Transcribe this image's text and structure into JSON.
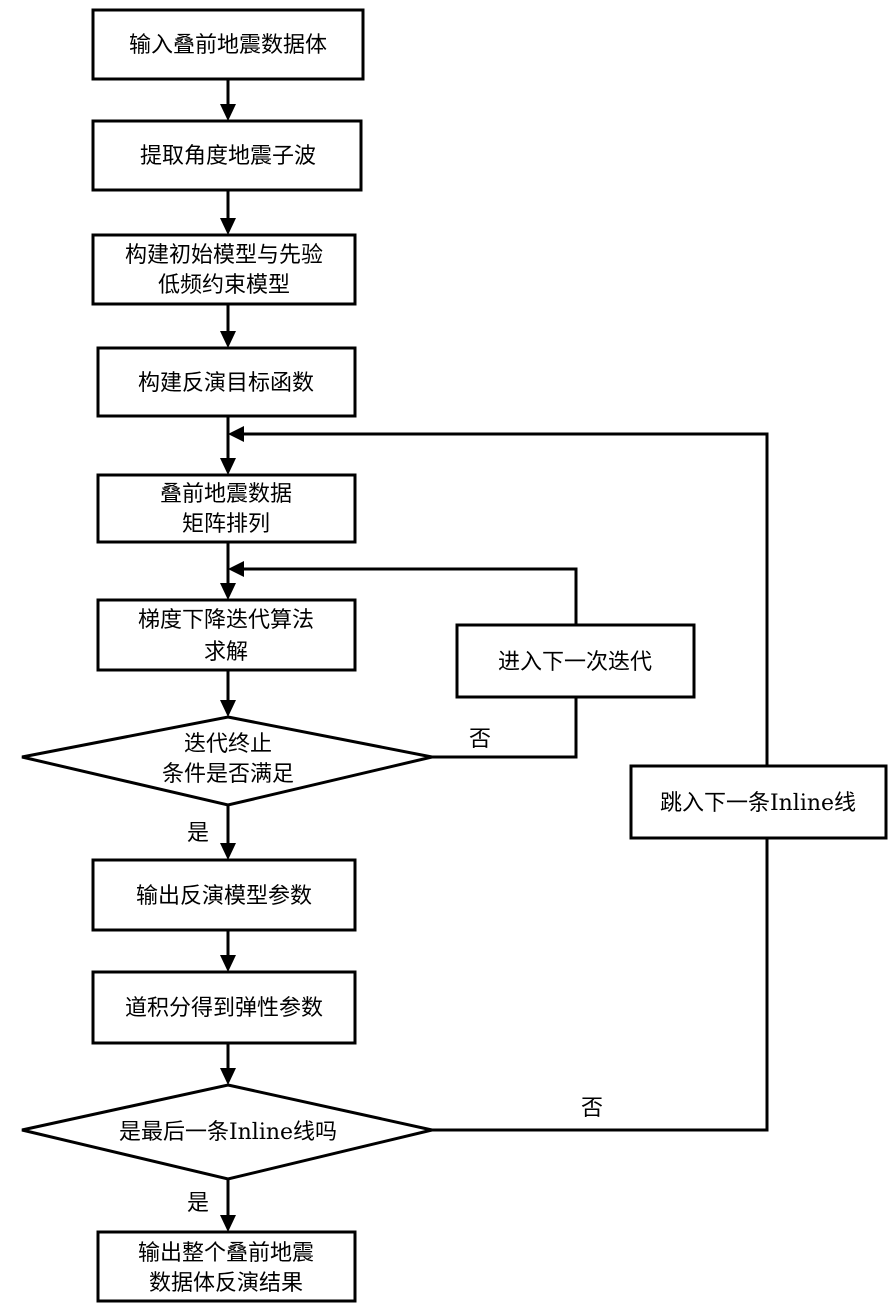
{
  "nodes": {
    "input_data": [
      "输入叠前地震数据体"
    ],
    "extract_wavelet": [
      "提取角度地震子波"
    ],
    "build_models": [
      "构建初始模型与先验",
      "低频约束模型"
    ],
    "build_objective": [
      "构建反演目标函数"
    ],
    "arrange_matrix": [
      "叠前地震数据",
      "矩阵排列"
    ],
    "gradient_descent": [
      "梯度下降迭代算法",
      "求解"
    ],
    "next_iteration": [
      "进入下一次迭代"
    ],
    "termination_check": [
      "迭代终止",
      "条件是否满足"
    ],
    "output_params": [
      "输出反演模型参数"
    ],
    "integrate_elastic": [
      "道积分得到弹性参数"
    ],
    "last_inline_check": [
      "是最后一条Inline线吗"
    ],
    "next_inline": [
      "跳入下一条Inline线"
    ],
    "output_result": [
      "输出整个叠前地震",
      "数据体反演结果"
    ]
  },
  "edge_labels": {
    "termination_no": "否",
    "termination_yes": "是",
    "last_inline_no": "否",
    "last_inline_yes": "是"
  }
}
